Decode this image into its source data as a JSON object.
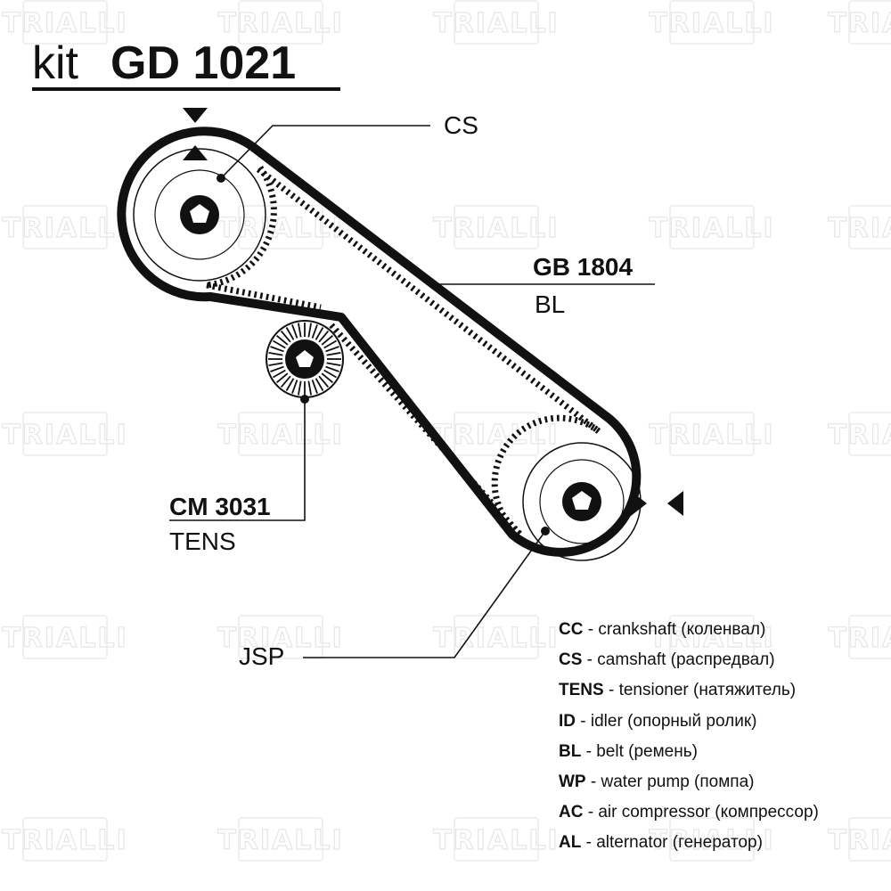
{
  "title": {
    "prefix": "kit",
    "code": "GD 1021"
  },
  "watermark": {
    "text": "TRIALLI"
  },
  "components": [
    {
      "code": "",
      "label": "CS",
      "role": "camshaft-pulley"
    },
    {
      "code": "GB 1804",
      "label": "BL",
      "role": "belt"
    },
    {
      "code": "CM 3031",
      "label": "TENS",
      "role": "tensioner"
    },
    {
      "code": "",
      "label": "JSP",
      "role": "crankshaft-pulley"
    }
  ],
  "legend": [
    {
      "abbr": "CC",
      "sep": " - ",
      "desc": "crankshaft (коленвал)"
    },
    {
      "abbr": "CS",
      "sep": " - ",
      "desc": "camshaft (распредвал)"
    },
    {
      "abbr": "TENS",
      "sep": " - ",
      "desc": "tensioner (натяжитель)"
    },
    {
      "abbr": "ID",
      "sep": " - ",
      "desc": "idler (опорный ролик)"
    },
    {
      "abbr": "BL",
      "sep": " - ",
      "desc": "belt (ремень)"
    },
    {
      "abbr": "WP",
      "sep": " - ",
      "desc": "water pump (помпа)"
    },
    {
      "abbr": "AC",
      "sep": " - ",
      "desc": "air compressor (компрессор)"
    },
    {
      "abbr": "AL",
      "sep": " - ",
      "desc": "alternator (генератор)"
    }
  ],
  "colors": {
    "ink": "#111111",
    "watermark": "#e6e6e6",
    "background": "#ffffff"
  }
}
